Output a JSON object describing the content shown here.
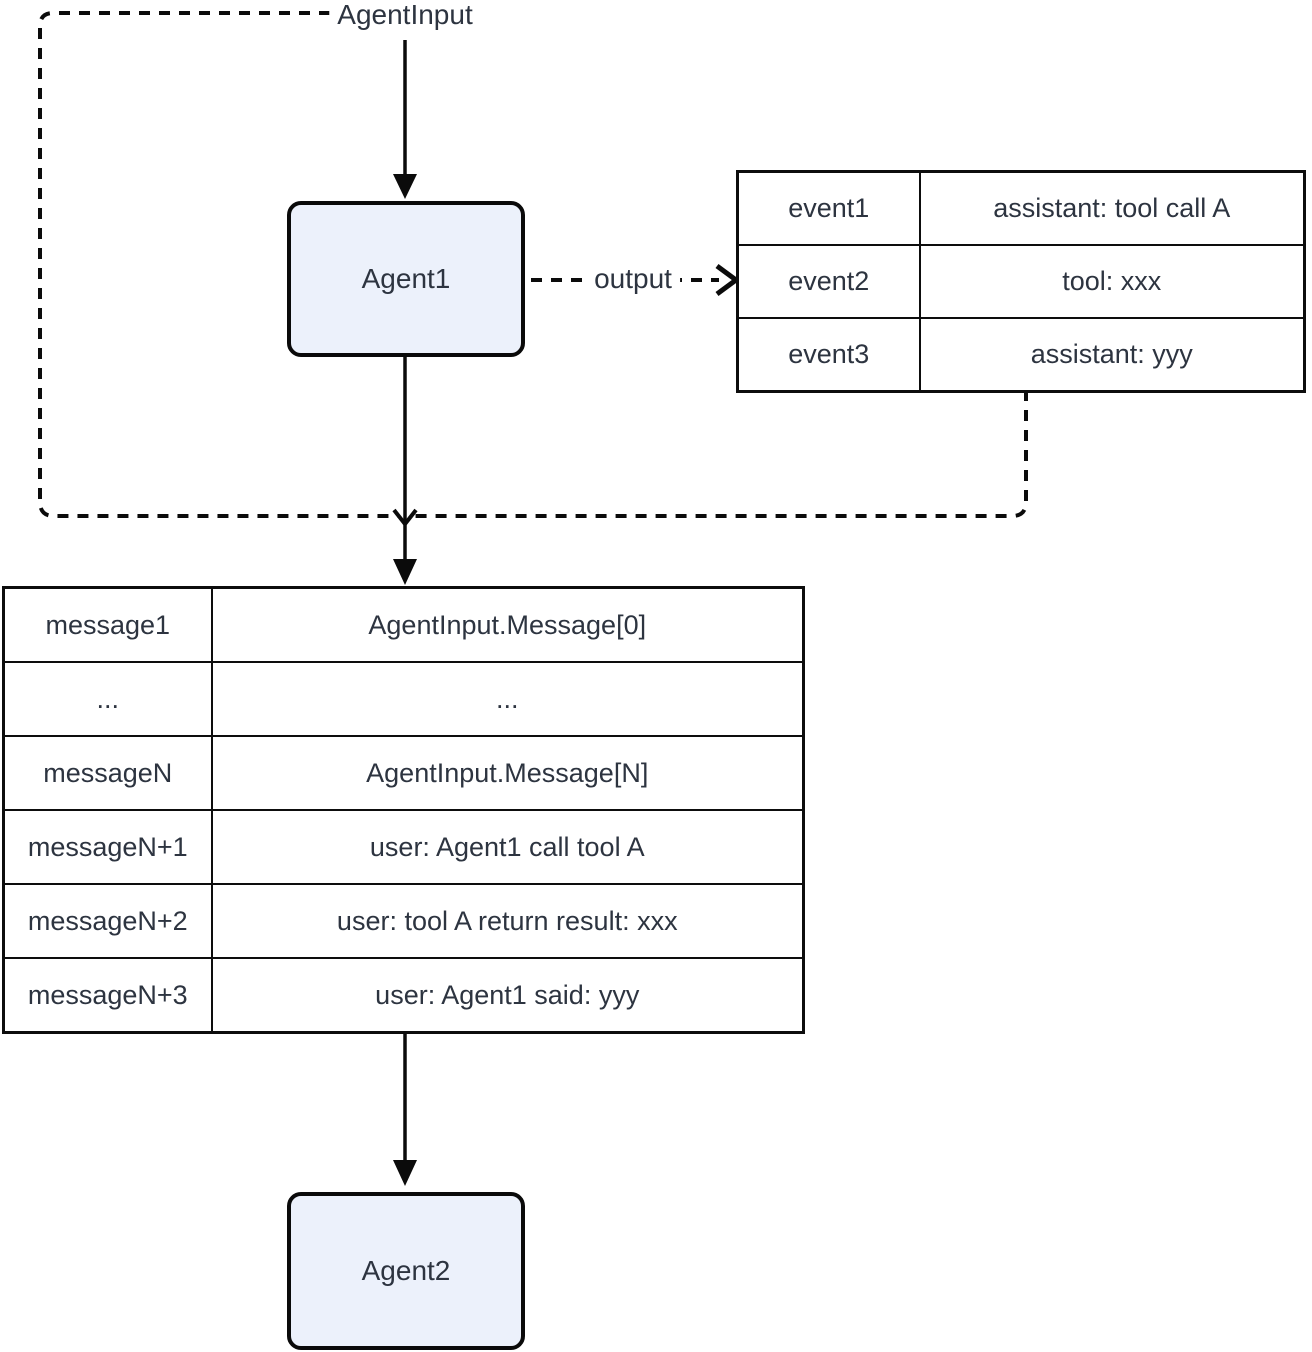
{
  "labels": {
    "agent_input": "AgentInput",
    "output": "output"
  },
  "nodes": {
    "agent1": "Agent1",
    "agent2": "Agent2"
  },
  "event_table": {
    "rows": [
      {
        "key": "event1",
        "value": "assistant: tool call A"
      },
      {
        "key": "event2",
        "value": "tool: xxx"
      },
      {
        "key": "event3",
        "value": "assistant: yyy"
      }
    ]
  },
  "message_table": {
    "rows": [
      {
        "key": "message1",
        "value": "AgentInput.Message[0]"
      },
      {
        "key": "...",
        "value": "..."
      },
      {
        "key": "messageN",
        "value": "AgentInput.Message[N]"
      },
      {
        "key": "messageN+1",
        "value": "user: Agent1 call tool A"
      },
      {
        "key": "messageN+2",
        "value": "user: tool A return result: xxx"
      },
      {
        "key": "messageN+3",
        "value": "user: Agent1 said: yyy"
      }
    ]
  },
  "colors": {
    "background": "#FFFFFF",
    "node_fill": "#ECF1FB",
    "node_border": "#0A0A0A",
    "line": "#0B0B0B",
    "text": "#2D3440"
  }
}
